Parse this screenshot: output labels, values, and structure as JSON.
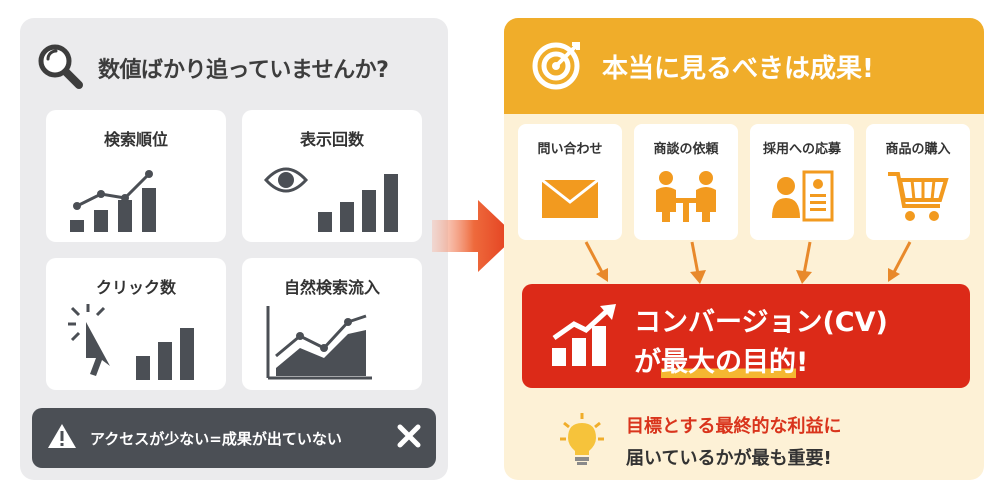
{
  "left": {
    "title": "数値ばかり追っていませんか?",
    "metrics": [
      {
        "label": "検索順位",
        "icon": "rising-bar-line-chart-icon"
      },
      {
        "label": "表示回数",
        "icon": "eye-bar-chart-icon"
      },
      {
        "label": "クリック数",
        "icon": "cursor-click-bar-chart-icon"
      },
      {
        "label": "自然検索流入",
        "icon": "line-area-chart-icon"
      }
    ],
    "warning": "アクセスが少ない=成果が出ていない"
  },
  "right": {
    "title": "本当に見るべきは成果!",
    "goals": [
      {
        "label": "問い合わせ",
        "icon": "envelope-icon"
      },
      {
        "label": "商談の依頼",
        "icon": "meeting-icon"
      },
      {
        "label": "採用への応募",
        "icon": "applicant-resume-icon"
      },
      {
        "label": "商品の購入",
        "icon": "shopping-cart-icon"
      }
    ],
    "cv_line1": "コンバージョン(CV)",
    "cv_line2_prefix": "が",
    "cv_line2_highlight": "最大の目的",
    "cv_line2_suffix": "!",
    "note_line1": "目標とする最終的な利益に",
    "note_line2": "届いているかが最も重要!"
  },
  "colors": {
    "left_bg": "#ebebed",
    "dark_gray": "#4b4f55",
    "orange": "#f0ad2a",
    "red": "#dc2a18",
    "cream": "#fdf1d6"
  }
}
